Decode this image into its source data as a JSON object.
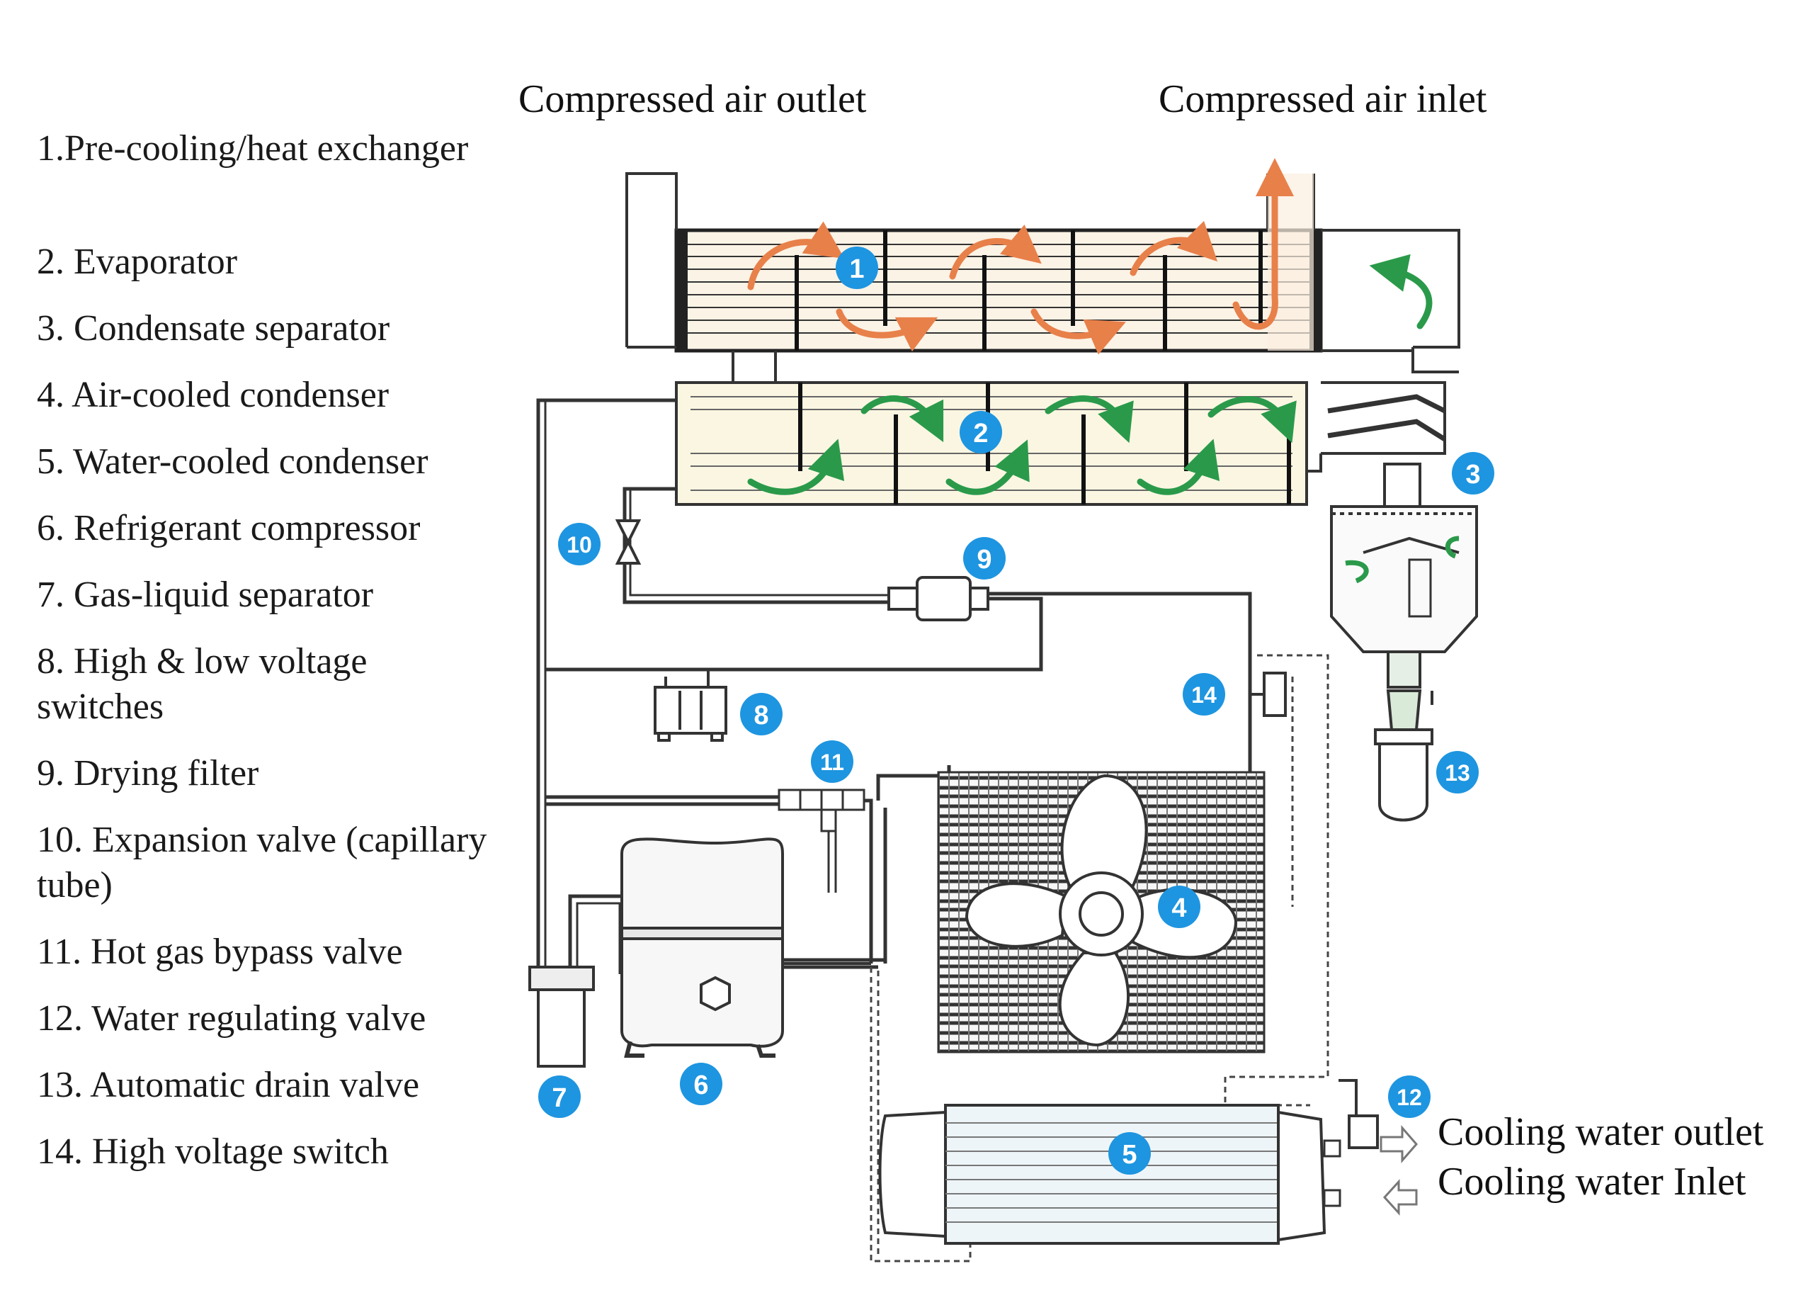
{
  "labels": {
    "air_outlet": "Compressed air outlet",
    "air_inlet": "Compressed air inlet",
    "water_outlet": "Cooling water outlet",
    "water_inlet": "Cooling water Inlet"
  },
  "legend": [
    "1.Pre-cooling/heat exchanger",
    "2. Evaporator",
    "3. Condensate separator",
    "4. Air-cooled condenser",
    "5. Water-cooled condenser",
    "6. Refrigerant compressor",
    "7. Gas-liquid separator",
    "8. High & low voltage switches",
    "9. Drying filter",
    "10. Expansion valve (capillary tube)",
    "11. Hot gas bypass valve",
    "12. Water regulating valve",
    "13. Automatic drain valve",
    "14. High voltage switch"
  ],
  "badges": [
    "1",
    "2",
    "3",
    "4",
    "5",
    "6",
    "7",
    "8",
    "9",
    "10",
    "11",
    "12",
    "13",
    "14"
  ],
  "colors": {
    "badge": "#1e95e0",
    "hot_arrow": "#e8804a",
    "cold_arrow": "#2a9a4a",
    "pipe": "#333333",
    "hx_fill": "#fbf3e6",
    "evap_fill": "#fbf6e2"
  }
}
